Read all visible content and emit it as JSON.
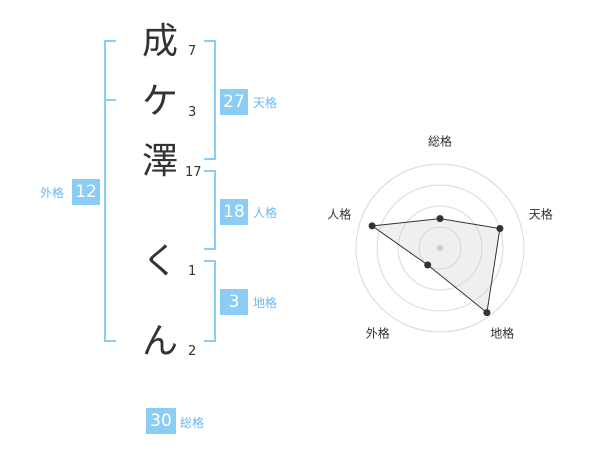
{
  "name": {
    "chars": [
      {
        "char": "成",
        "strokes": "7"
      },
      {
        "char": "ケ",
        "strokes": "3"
      },
      {
        "char": "澤",
        "strokes": "17"
      },
      {
        "char": "く",
        "strokes": "1"
      },
      {
        "char": "ん",
        "strokes": "2"
      }
    ]
  },
  "scores": {
    "tenkaku": {
      "value": "27",
      "label": "天格"
    },
    "jinkaku": {
      "value": "18",
      "label": "人格"
    },
    "chikaku": {
      "value": "3",
      "label": "地格"
    },
    "gaikaku": {
      "value": "12",
      "label": "外格"
    },
    "soukaku": {
      "value": "30",
      "label": "総格"
    }
  },
  "colors": {
    "accent": "#8ccdf5",
    "accent_text": "#6ab8ee",
    "text": "#333333"
  },
  "chart_data": {
    "type": "radar",
    "axes": [
      "総格",
      "天格",
      "地格",
      "外格",
      "人格"
    ],
    "values": [
      0.35,
      0.75,
      0.95,
      0.25,
      0.85
    ],
    "range": [
      0,
      1
    ],
    "rings": 4
  }
}
